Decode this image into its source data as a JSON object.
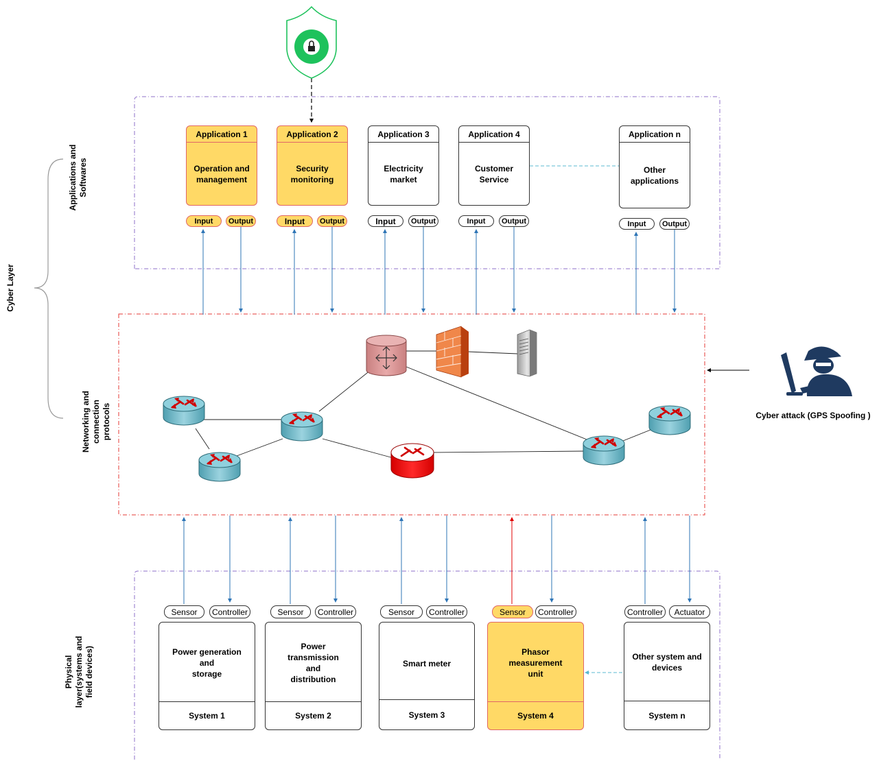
{
  "layer_labels": {
    "cyber_layer": "Cyber Layer",
    "applications": "Applications and\nSoftwares",
    "networking": "Networking and\nconnection\nprotocols",
    "physical": "Physical\nlayer(systems and\nfield devices)"
  },
  "applications": [
    {
      "title": "Application 1",
      "body": "Operation and\nmanagement",
      "input": "Input",
      "output": "Output",
      "highlighted": true
    },
    {
      "title": "Application 2",
      "body": "Security\nmonitoring",
      "input": "Input",
      "output": "Output",
      "highlighted": true
    },
    {
      "title": "Application 3",
      "body": "Electricity\nmarket",
      "input": "Input",
      "output": "Output",
      "highlighted": false
    },
    {
      "title": "Application 4",
      "body": "Customer\nService",
      "input": "Input",
      "output": "Output",
      "highlighted": false
    },
    {
      "title": "Application n",
      "body": "Other\napplications",
      "input": "Input",
      "output": "Output",
      "highlighted": false
    }
  ],
  "systems": [
    {
      "body": "Power generation\nand\nstorage",
      "footer": "System 1",
      "left_port": "Sensor",
      "right_port": "Controller",
      "highlighted": false
    },
    {
      "body": "Power\ntransmission\nand\ndistribution",
      "footer": "System 2",
      "left_port": "Sensor",
      "right_port": "Controller",
      "highlighted": false
    },
    {
      "body": "Smart meter",
      "footer": "System 3",
      "left_port": "Sensor",
      "right_port": "Controller",
      "highlighted": false
    },
    {
      "body": "Phasor\nmeasurement\nunit",
      "footer": "System 4",
      "left_port": "Sensor",
      "right_port": "Controller",
      "highlighted": true
    },
    {
      "body": "Other system and\ndevices",
      "footer": "System n",
      "left_port": "Controller",
      "right_port": "Actuator",
      "highlighted": false
    }
  ],
  "attacker": {
    "label": "Cyber attack (GPS Spoofing )"
  },
  "icons": {
    "shield": "shield-lock-icon",
    "attacker": "hacker-icon",
    "router": "router-icon",
    "firewall": "firewall-icon",
    "server": "server-icon",
    "core_router": "core-router-icon"
  },
  "colors": {
    "highlight_fill": "#ffd966",
    "highlight_border": "#e06666",
    "link_blue": "#2e75b6",
    "attack_red": "#e00000",
    "router_teal": "#6db8c8",
    "shield_green": "#1ec25c",
    "hacker_navy": "#1f3a60"
  }
}
